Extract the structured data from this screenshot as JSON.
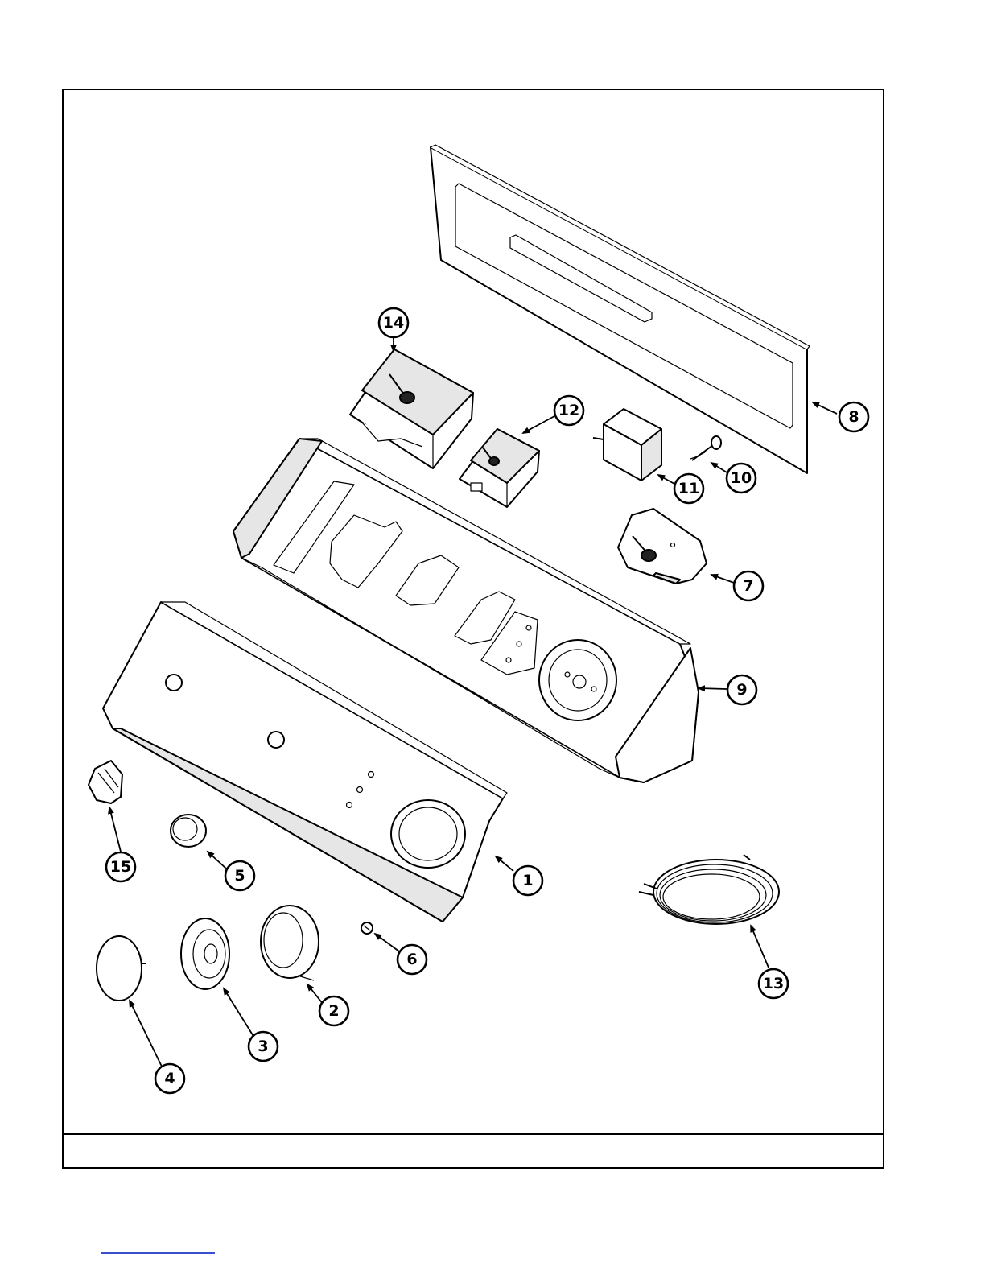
{
  "diagram": {
    "callouts": [
      "1",
      "2",
      "3",
      "4",
      "5",
      "6",
      "7",
      "8",
      "9",
      "10",
      "11",
      "12",
      "13",
      "14",
      "15"
    ]
  },
  "colors": {
    "line": "#000000",
    "background": "#ffffff",
    "bottom_rule": "#3a4fd0"
  }
}
